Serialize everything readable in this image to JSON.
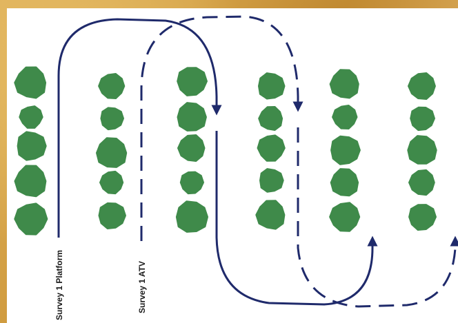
{
  "labels": {
    "platform": "Survey 1  Platform",
    "atv": "Survey 1  ATV"
  },
  "colors": {
    "tree": "#3f8a4a",
    "path": "#1f2a6b",
    "background_panel": "#ffffff",
    "background_frame": "#d9a84a"
  },
  "legend": {
    "platform_path_style": "solid",
    "atv_path_style": "dashed"
  },
  "tree_rows_count": 6
}
